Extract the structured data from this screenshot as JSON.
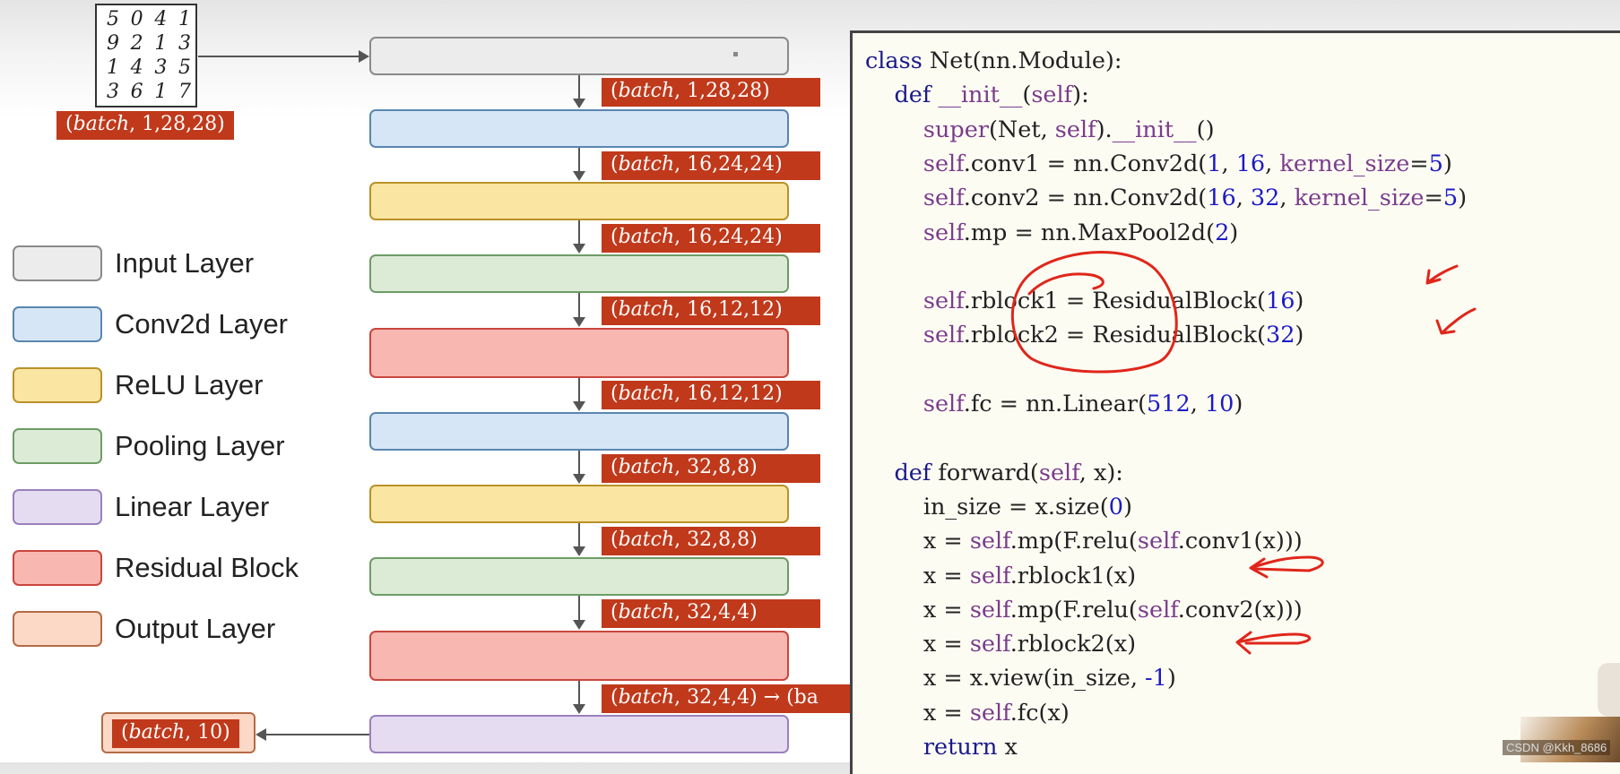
{
  "mnist_digits": [
    [
      "5",
      "0",
      "4",
      "1"
    ],
    [
      "9",
      "2",
      "1",
      "3"
    ],
    [
      "1",
      "4",
      "3",
      "5"
    ],
    [
      "3",
      "6",
      "1",
      "7"
    ]
  ],
  "input_shape": {
    "var": "batch",
    "rest": ", 1,28,28)"
  },
  "shape_labels": [
    {
      "var": "batch",
      "rest": ", 1,28,28)"
    },
    {
      "var": "batch",
      "rest": ", 16,24,24)"
    },
    {
      "var": "batch",
      "rest": ", 16,24,24)"
    },
    {
      "var": "batch",
      "rest": ", 16,12,12)"
    },
    {
      "var": "batch",
      "rest": ", 16,12,12)"
    },
    {
      "var": "batch",
      "rest": ", 32,8,8)"
    },
    {
      "var": "batch",
      "rest": ", 32,8,8)"
    },
    {
      "var": "batch",
      "rest": ", 32,4,4)"
    },
    {
      "var": "batch",
      "rest": ", 32,4,4) → (ba"
    }
  ],
  "output_shape": {
    "var": "batch",
    "rest": ", 10)"
  },
  "layers": [
    "input",
    "conv",
    "relu",
    "pool",
    "res",
    "conv",
    "relu",
    "pool",
    "res",
    "linear"
  ],
  "legend": [
    {
      "label": "Input Layer",
      "fill": "#ececec",
      "stroke": "#8a8a8a"
    },
    {
      "label": "Conv2d Layer",
      "fill": "#d6e6f6",
      "stroke": "#5a86b0"
    },
    {
      "label": "ReLU Layer",
      "fill": "#fbe5a3",
      "stroke": "#b99228"
    },
    {
      "label": "Pooling Layer",
      "fill": "#dcebd6",
      "stroke": "#6d9c66"
    },
    {
      "label": "Linear Layer",
      "fill": "#e6dcf2",
      "stroke": "#9a80bd"
    },
    {
      "label": "Residual Block",
      "fill": "#f9b7b1",
      "stroke": "#c9463d"
    },
    {
      "label": "Output Layer",
      "fill": "#fbd9c6",
      "stroke": "#b36b45"
    }
  ],
  "code": {
    "lines": [
      "class Net(nn.Module):",
      "    def __init__(self):",
      "        super(Net, self).__init__()",
      "        self.conv1 = nn.Conv2d(1, 16, kernel_size=5)",
      "        self.conv2 = nn.Conv2d(16, 32, kernel_size=5)",
      "        self.mp = nn.MaxPool2d(2)",
      "",
      "        self.rblock1 = ResidualBlock(16)",
      "        self.rblock2 = ResidualBlock(32)",
      "",
      "        self.fc = nn.Linear(512, 10)",
      "",
      "    def forward(self, x):",
      "        in_size = x.size(0)",
      "        x = self.mp(F.relu(self.conv1(x)))",
      "        x = self.rblock1(x)",
      "        x = self.mp(F.relu(self.conv2(x)))",
      "        x = self.rblock2(x)",
      "        x = x.view(in_size, -1)",
      "        x = self.fc(x)",
      "        return x"
    ]
  },
  "colors": {
    "tag": "#c0391b",
    "annotation": "#e0261b",
    "arrow": "#555555"
  },
  "watermark": "CSDN @Kkh_8686"
}
